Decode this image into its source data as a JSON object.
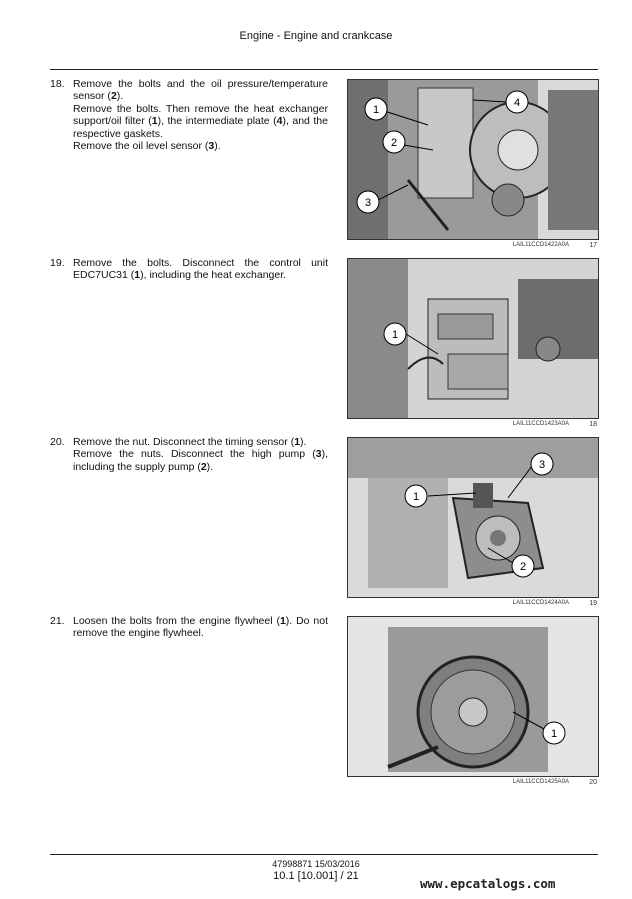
{
  "header": {
    "title": "Engine - Engine and crankcase"
  },
  "steps": [
    {
      "num": "18.",
      "paragraphs": [
        [
          "Remove the bolts and the oil pressure/temperature sensor (",
          "2",
          ")."
        ],
        [
          "Remove the bolts.  Then remove the heat exchanger support/oil filter (",
          "1",
          "), the intermediate plate (",
          "4",
          "), and the respective gaskets."
        ],
        [
          "Remove the oil level sensor (",
          "3",
          ")."
        ]
      ],
      "figure": {
        "code": "LAIL11CCD1422A0A",
        "number": "17",
        "callouts": [
          "1",
          "2",
          "3",
          "4"
        ]
      }
    },
    {
      "num": "19.",
      "paragraphs": [
        [
          "Remove the bolts.  Disconnect the control unit EDC7UC31 (",
          "1",
          "), including the heat exchanger."
        ]
      ],
      "figure": {
        "code": "LAIL11CCD1423A0A",
        "number": "18",
        "callouts": [
          "1"
        ]
      }
    },
    {
      "num": "20.",
      "paragraphs": [
        [
          "Remove the nut.  Disconnect the timing sensor (",
          "1",
          ")."
        ],
        [
          "Remove the nuts.  Disconnect the high pump (",
          "3",
          "), including the supply pump (",
          "2",
          ")."
        ]
      ],
      "figure": {
        "code": "LAIL11CCD1424A0A",
        "number": "19",
        "callouts": [
          "1",
          "2",
          "3"
        ]
      }
    },
    {
      "num": "21.",
      "paragraphs": [
        [
          "Loosen the bolts from the engine flywheel (",
          "1",
          ").  Do not remove the engine flywheel."
        ]
      ],
      "figure": {
        "code": "LAIL11CCD1425A0A",
        "number": "20",
        "callouts": [
          "1"
        ]
      }
    }
  ],
  "footer": {
    "doc": "47998871 15/03/2016",
    "page": "10.1 [10.001] / 21"
  },
  "watermark": "www.epcatalogs.com"
}
